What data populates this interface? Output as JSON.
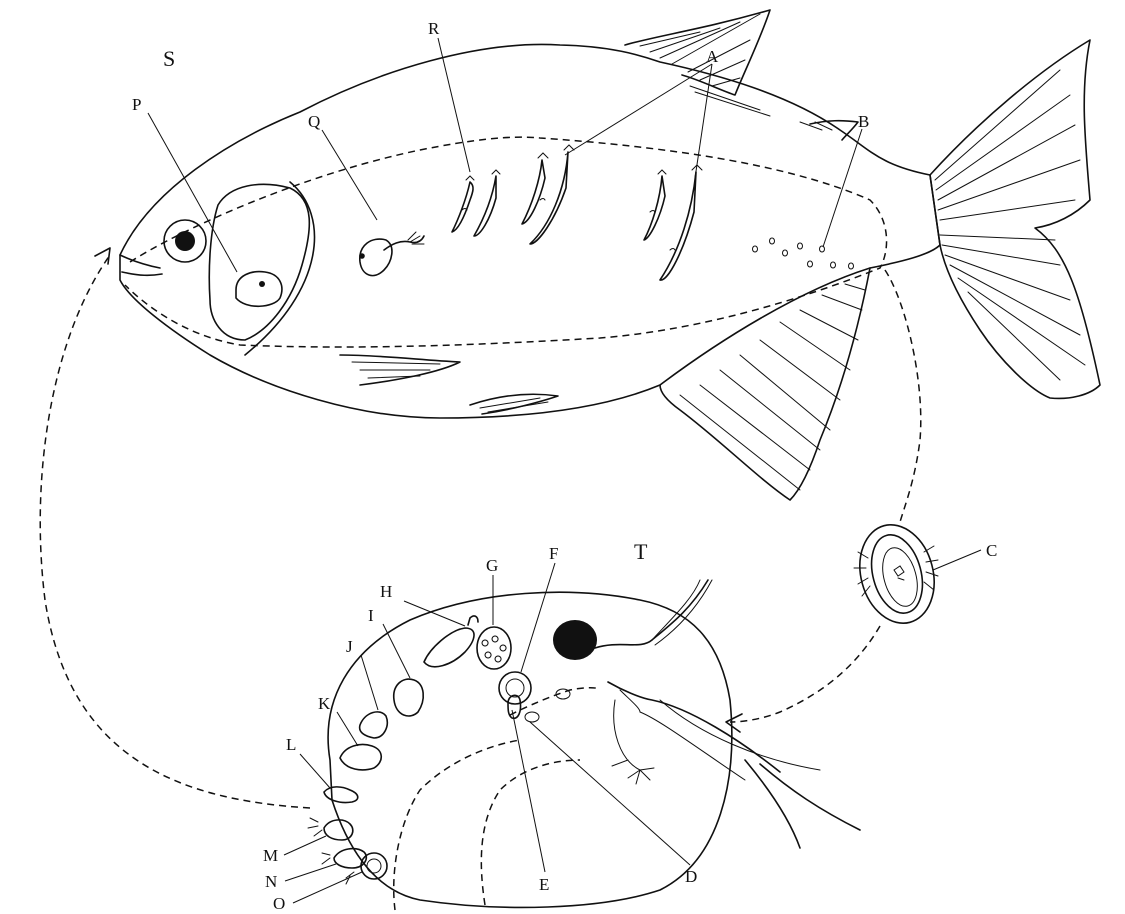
{
  "labels": {
    "A": "A",
    "B": "B",
    "C": "C",
    "D": "D",
    "E": "E",
    "F": "F",
    "G": "G",
    "H": "H",
    "I": "I",
    "J": "J",
    "K": "K",
    "L": "L",
    "M": "M",
    "N": "N",
    "O": "O",
    "P": "P",
    "Q": "Q",
    "R": "R",
    "S": "S",
    "T": "T"
  }
}
